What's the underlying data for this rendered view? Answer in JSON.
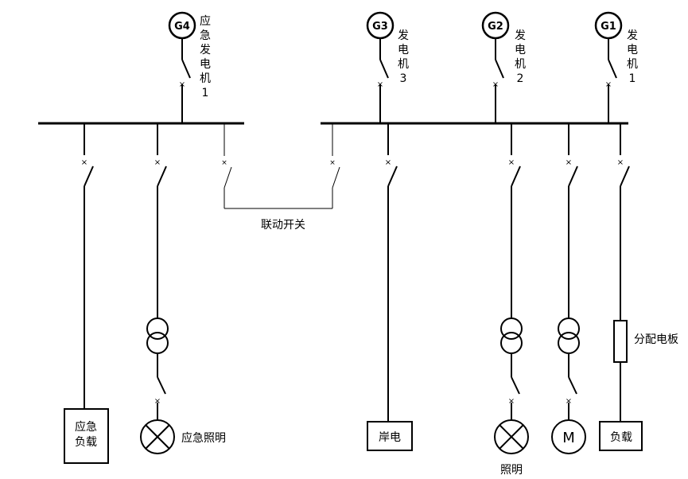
{
  "generators": [
    {
      "id": "G4",
      "label_lines": [
        "应",
        "急",
        "发",
        "电",
        "机",
        "1"
      ]
    },
    {
      "id": "G3",
      "label_lines": [
        "发",
        "电",
        "机",
        "3"
      ]
    },
    {
      "id": "G2",
      "label_lines": [
        "发",
        "电",
        "机",
        "2"
      ]
    },
    {
      "id": "G1",
      "label_lines": [
        "发",
        "电",
        "机",
        "1"
      ]
    }
  ],
  "interlock_label": "联动开关",
  "emergency_load": [
    "应急",
    "负载"
  ],
  "emergency_lighting": "应急照明",
  "shore_power": "岸电",
  "lighting": "照明",
  "motor": "M",
  "load": "负载",
  "distribution_board": "分配电板"
}
